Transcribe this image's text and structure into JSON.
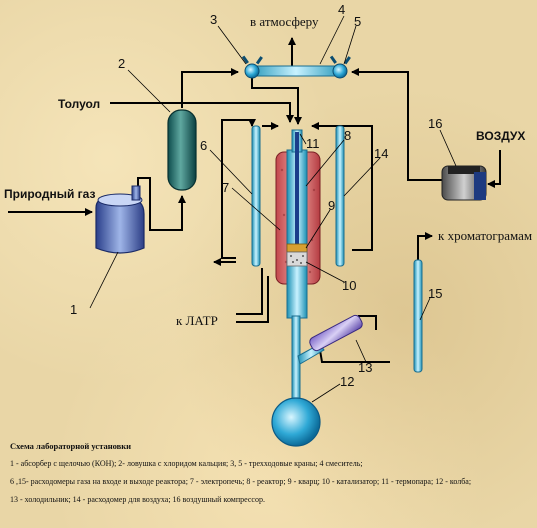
{
  "labels": {
    "atmosphere": "в атмосферу",
    "toluene": "Толуол",
    "natural_gas": "Природный газ",
    "air": "ВОЗДУХ",
    "chromatograph": "к хроматограмам",
    "latr": "к ЛАТР"
  },
  "numbers": {
    "n1": "1",
    "n2": "2",
    "n3": "3",
    "n4": "4",
    "n5": "5",
    "n6": "6",
    "n7": "7",
    "n8": "8",
    "n9": "9",
    "n10": "10",
    "n11": "11",
    "n12": "12",
    "n13": "13",
    "n14": "14",
    "n15": "15",
    "n16": "16"
  },
  "caption": {
    "title": "Схема лабораторной установки",
    "line1": "1 - абсорбер с щелочью (КОН); 2- ловушка с хлоридом кальция; 3, 5 - трехходовые краны; 4 смеситель;",
    "line2": "6 ,15- расходомеры газа на входе и выходе реактора; 7 - электропечь; 8 - реактор; 9 - кварц; 10 - катализатор; 11 - термопара; 12 - колба;",
    "line3": "13 - холодильник; 14 - расходомер для воздуха; 16 воздушный компрессор."
  }
}
